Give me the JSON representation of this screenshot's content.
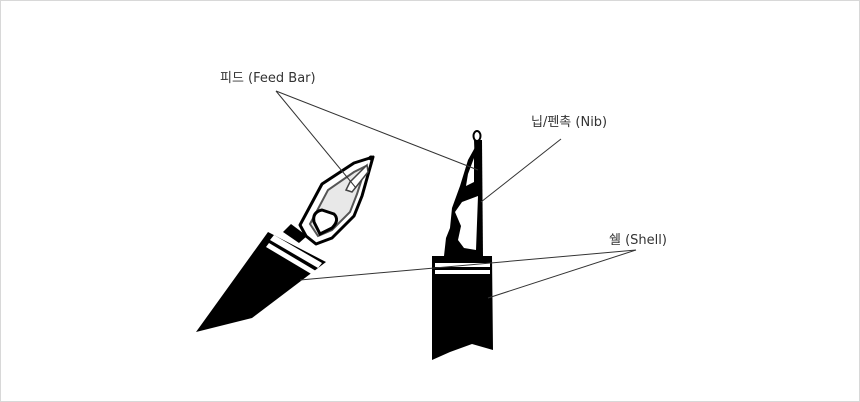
{
  "labels": {
    "feed": "피드 (Feed Bar)",
    "nib": "닙/펜촉 (Nib)",
    "shell": "쉘 (Shell)"
  },
  "colors": {
    "ink": "#000000",
    "leader_line": "#333333",
    "label_text": "#333333",
    "frame_border": "#d8d8d8"
  }
}
